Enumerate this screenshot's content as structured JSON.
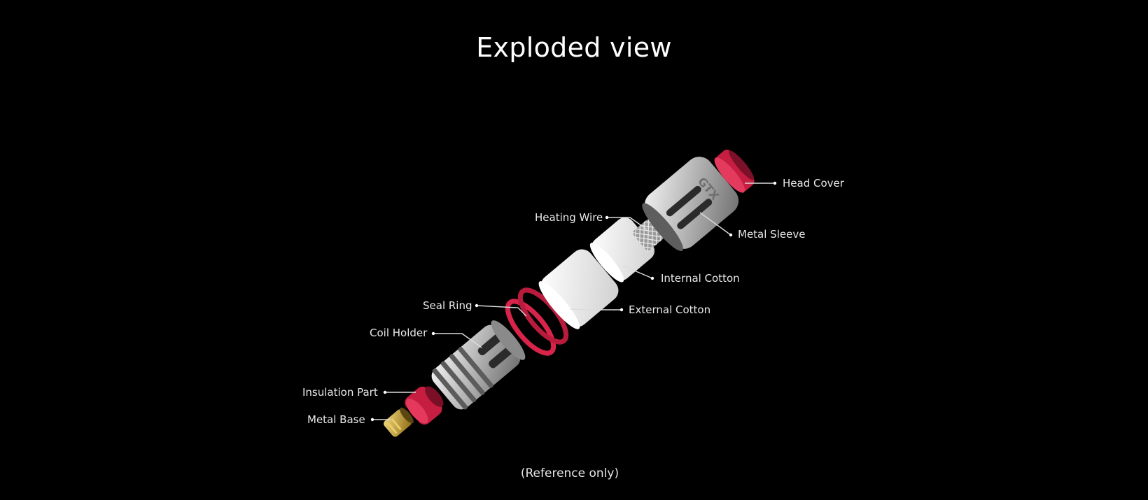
{
  "title": "Exploded view",
  "footnote": "(Reference only)",
  "sleeve_engraving": "GTX",
  "colors": {
    "background": "#000000",
    "accent_red": "#d8244a",
    "metal": "#b8b8b8",
    "brass": "#c9a23a",
    "cotton": "#f2f2f2"
  },
  "parts": [
    {
      "id": "head-cover",
      "label": "Head Cover"
    },
    {
      "id": "metal-sleeve",
      "label": "Metal Sleeve"
    },
    {
      "id": "heating-wire",
      "label": "Heating Wire"
    },
    {
      "id": "internal-cotton",
      "label": "Internal Cotton"
    },
    {
      "id": "external-cotton",
      "label": "External Cotton"
    },
    {
      "id": "seal-ring",
      "label": "Seal Ring"
    },
    {
      "id": "coil-holder",
      "label": "Coil Holder"
    },
    {
      "id": "insulation-part",
      "label": "Insulation Part"
    },
    {
      "id": "metal-base",
      "label": "Metal Base"
    }
  ]
}
